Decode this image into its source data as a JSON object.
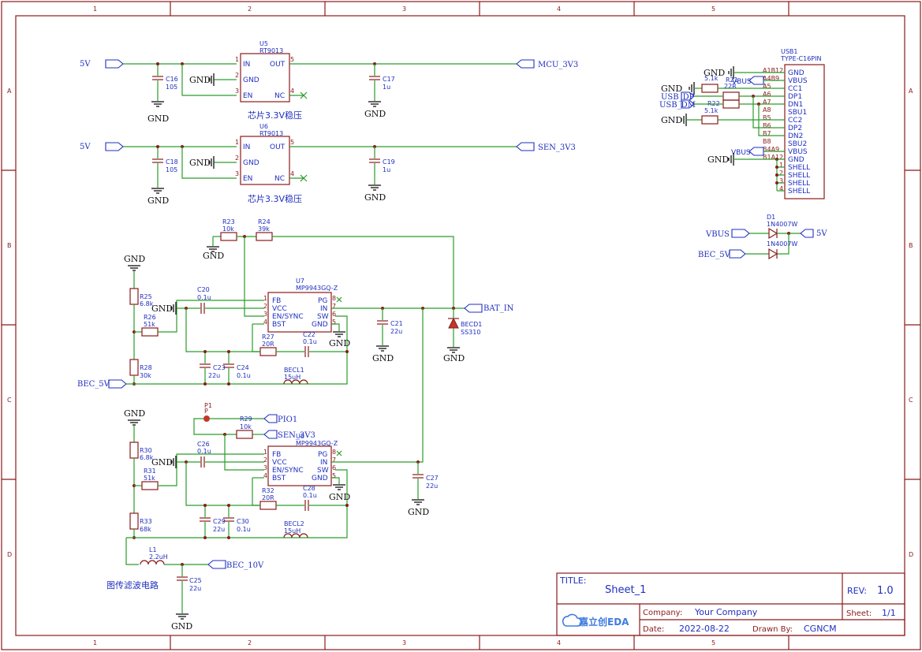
{
  "border": {
    "columns": [
      "1",
      "2",
      "3",
      "4",
      "5"
    ],
    "rows": [
      "A",
      "B",
      "C",
      "D"
    ]
  },
  "nets": {
    "v5_a": "5V",
    "v5_b": "5V",
    "mcu": "MCU_3V3",
    "sen": "SEN_3V3",
    "bat": "BAT_IN",
    "bec5": "BEC_5V",
    "bec10": "BEC_10V",
    "pio1": "PIO1",
    "sen2": "SEN_3V3",
    "vbus1": "VBUS",
    "v5c": "5V",
    "bec5b": "BEC_5V",
    "usb_dp": "USB_DP",
    "usb_dm": "USB_DM",
    "vbus2": "VBUS",
    "vbus3": "VBUS"
  },
  "gnd": "GND",
  "u5": {
    "ref": "U5",
    "part": "RT9013",
    "pins": [
      "IN",
      "GND",
      "EN",
      "OUT",
      "NC"
    ],
    "pin_nums": [
      "1",
      "2",
      "3",
      "5",
      "4"
    ],
    "caption": "芯片3.3V稳压"
  },
  "u6": {
    "ref": "U6",
    "part": "RT9013",
    "pins": [
      "IN",
      "GND",
      "EN",
      "OUT",
      "NC"
    ],
    "pin_nums": [
      "1",
      "2",
      "3",
      "5",
      "4"
    ],
    "caption": "芯片3.3V稳压"
  },
  "caps_top": {
    "c16": [
      "C16",
      "105"
    ],
    "c17": [
      "C17",
      "1u"
    ],
    "c18": [
      "C18",
      "105"
    ],
    "c19": [
      "C19",
      "1u"
    ]
  },
  "u7": {
    "ref": "U7",
    "part": "MP9943GQ-Z",
    "left": [
      "FB",
      "VCC",
      "EN/SYNC",
      "BST"
    ],
    "left_nums": [
      "1",
      "2",
      "3",
      "4"
    ],
    "right": [
      "PG",
      "IN",
      "SW",
      "GND"
    ],
    "right_nums": [
      "8",
      "7",
      "6",
      "5"
    ]
  },
  "u8": {
    "ref": "U8",
    "part": "MP9943GQ-Z",
    "left": [
      "FB",
      "VCC",
      "EN/SYNC",
      "BST"
    ],
    "left_nums": [
      "1",
      "2",
      "3",
      "4"
    ],
    "right": [
      "PG",
      "IN",
      "SW",
      "GND"
    ],
    "right_nums": [
      "8",
      "7",
      "6",
      "5"
    ]
  },
  "parts_mid": {
    "r23": [
      "R23",
      "10k"
    ],
    "r24": [
      "R24",
      "39k"
    ],
    "r25": [
      "R25",
      "6.8k"
    ],
    "r26": [
      "R26",
      "51k"
    ],
    "r28": [
      "R28",
      "30k"
    ],
    "c20": [
      "C20",
      "0.1u"
    ],
    "c21": [
      "C21",
      "22u"
    ],
    "c22": [
      "C22",
      "0.1u"
    ],
    "c23": [
      "C23",
      "22u"
    ],
    "c24": [
      "C24",
      "0.1u"
    ],
    "r27": [
      "R27",
      "20R"
    ],
    "becl1": [
      "BECL1",
      "15uH"
    ],
    "becd1": [
      "BECD1",
      "SS310"
    ]
  },
  "parts_low": {
    "p1": [
      "P1",
      "P"
    ],
    "r29": [
      "R29",
      "10k"
    ],
    "r30": [
      "R30",
      "6.8k"
    ],
    "r31": [
      "R31",
      "51k"
    ],
    "r33": [
      "R33",
      "68k"
    ],
    "c26": [
      "C26",
      "0.1u"
    ],
    "c27": [
      "C27",
      "22u"
    ],
    "c28": [
      "C28",
      "0.1u"
    ],
    "c29": [
      "C29",
      "22u"
    ],
    "c30": [
      "C30",
      "0.1u"
    ],
    "r32": [
      "R32",
      "20R"
    ],
    "becl2": [
      "BECL2",
      "15uH"
    ],
    "l1": [
      "L1",
      "2.2uH"
    ],
    "c25": [
      "C25",
      "22u"
    ]
  },
  "filter_caption": "图传滤波电路",
  "usb": {
    "ref": "USB1",
    "part": "TYPE-C16PIN",
    "pins": [
      "GND",
      "VBUS",
      "CC1",
      "DP1",
      "DN1",
      "SBU1",
      "CC2",
      "DP2",
      "DN2",
      "SBU2",
      "VBUS",
      "GND",
      "SHELL",
      "SHELL",
      "SHELL",
      "SHELL"
    ],
    "pin_ids": [
      "A1B12",
      "A4B9",
      "A5",
      "A6",
      "A7",
      "A8",
      "B5",
      "B6",
      "B7",
      "B8",
      "B4A9",
      "B1A12",
      "1",
      "2",
      "3",
      "4"
    ],
    "r_top": [
      "R21",
      "5.1k"
    ],
    "r_mid1": [
      "R21",
      "22R"
    ],
    "r_mid2": [
      "R22",
      "22R"
    ],
    "r_bot": [
      "R22",
      "5.1k"
    ]
  },
  "diodes": {
    "ref": "D1",
    "part1": "1N4007W",
    "part2": "1N4007W"
  },
  "title_block": {
    "title_label": "TITLE:",
    "title": "Sheet_1",
    "rev_label": "REV:",
    "rev": "1.0",
    "company_label": "Company:",
    "company": "Your Company",
    "sheet_label": "Sheet:",
    "sheet": "1/1",
    "date_label": "Date:",
    "date": "2022-08-22",
    "drawn_label": "Drawn By:",
    "drawn": "CGNCM",
    "logo": "嘉立创EDA"
  },
  "colors": {
    "frame": "#8b1a1a",
    "wire": "#2a9d2a",
    "label": "#1f2fbf"
  }
}
